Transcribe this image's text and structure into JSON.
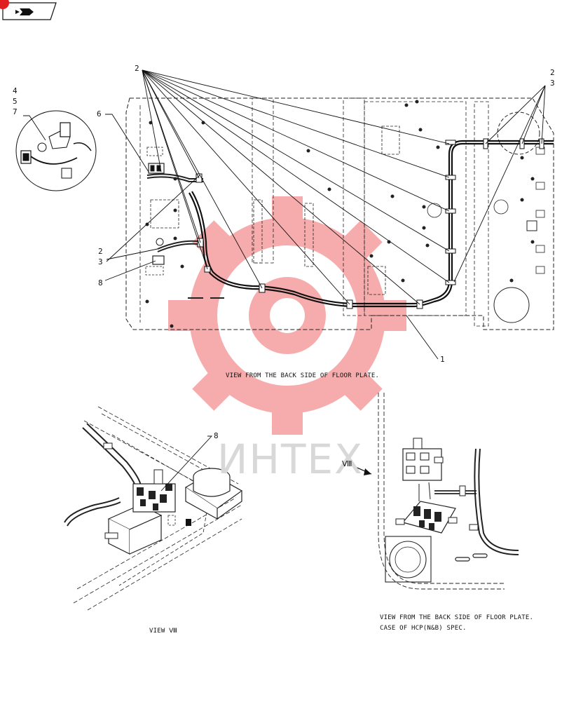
{
  "watermark": {
    "text": "ИНТЕХ",
    "color": "#f06a6a"
  },
  "corner_icon": "arrow-icon",
  "callouts": {
    "top_left_2": "2",
    "top_right_2": "2",
    "top_right_3": "3",
    "detail_4": "4",
    "detail_5": "5",
    "detail_7": "7",
    "label_6": "6",
    "left_2": "2",
    "left_3": "3",
    "label_8": "8",
    "label_1": "1",
    "view_8_label": "8",
    "view_marker": "Ⅷ"
  },
  "captions": {
    "top_view": "VIEW FROM THE BACK SIDE OF FLOOR PLATE.",
    "view_viii": "VIEW Ⅷ",
    "hcp_view_line1": "VIEW FROM THE BACK SIDE OF FLOOR PLATE.",
    "hcp_view_line2": "CASE OF HCP(N&B) SPEC."
  }
}
